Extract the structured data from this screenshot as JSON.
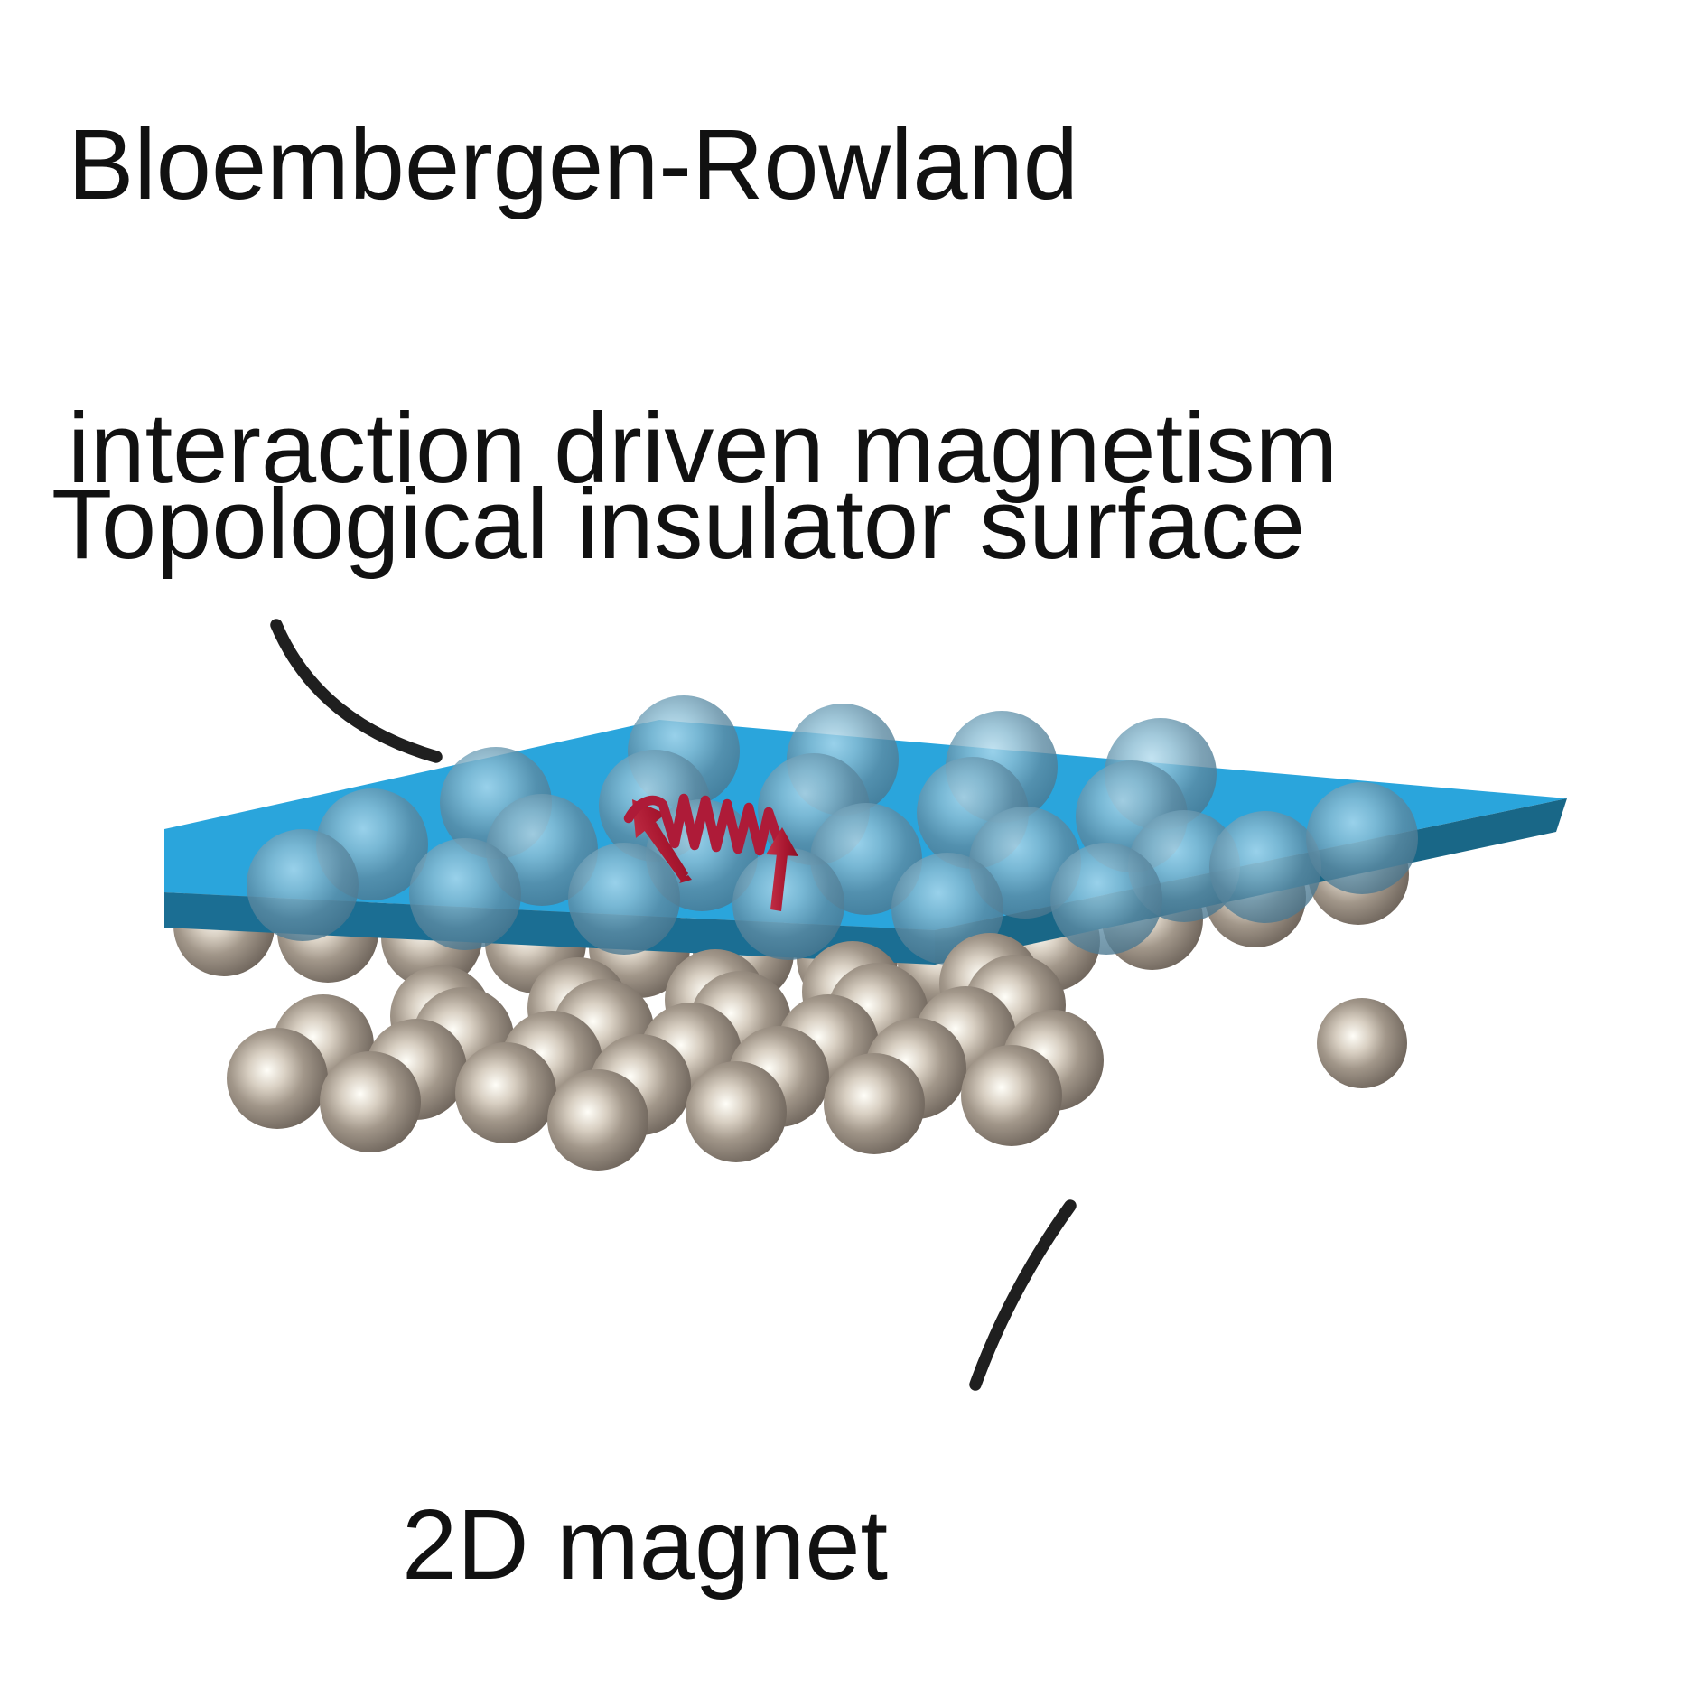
{
  "title": {
    "line1": "Bloembergen-Rowland",
    "line2": "interaction driven magnetism"
  },
  "labels": {
    "topological_insulator": "Topological insulator surface",
    "magnet_2d": "2D magnet"
  },
  "icons": {
    "spin_arrow_left": "tilted-spin-arrow-icon",
    "spin_arrow_right": "upright-spin-arrow-icon",
    "exchange_coil": "wavy-exchange-interaction-icon",
    "pointer_ti": "curved-pointer-line",
    "pointer_magnet": "curved-pointer-line"
  },
  "colors": {
    "background": "#ffffff",
    "text": "#111111",
    "slab_top": "#2aa5dc",
    "slab_side": "#1b6e93",
    "blue_sphere_body": "#5d8ba3",
    "blue_sphere_highlight": "#b4dcee",
    "gray_sphere_body": "#8f857b",
    "gray_sphere_highlight": "#fffef8",
    "spin_red": "#b2183a",
    "pointer_line": "#1f1f1f"
  }
}
